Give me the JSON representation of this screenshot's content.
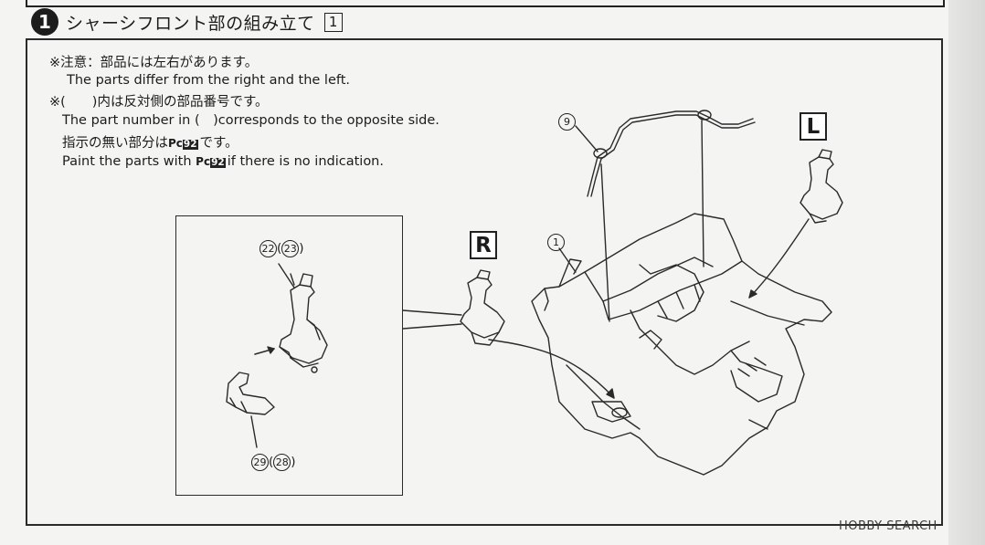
{
  "header": {
    "step_number": "1",
    "title": "シャーシフロント部の組み立て",
    "step_box": "1"
  },
  "notes": {
    "line1": "※注意：部品には左右があります。",
    "line2": "The parts differ from the right and the left.",
    "line3": "※(　　)内は反対側の部品番号です。",
    "line4": "The part number in (　)corresponds to the opposite side.",
    "line5_pre": "指示の無い部分は",
    "line5_post": "です。",
    "line6_pre": "Paint the parts with",
    "line6_post": "if there is no indication.",
    "pc_label": "Pc",
    "pc_number": "92"
  },
  "callouts": {
    "part_22": "22",
    "part_23": "23",
    "part_29": "29",
    "part_28": "28",
    "part_9": "9",
    "part_1": "1"
  },
  "side_labels": {
    "right": "R",
    "left": "L"
  },
  "watermark": "HOBBY SEARCH"
}
